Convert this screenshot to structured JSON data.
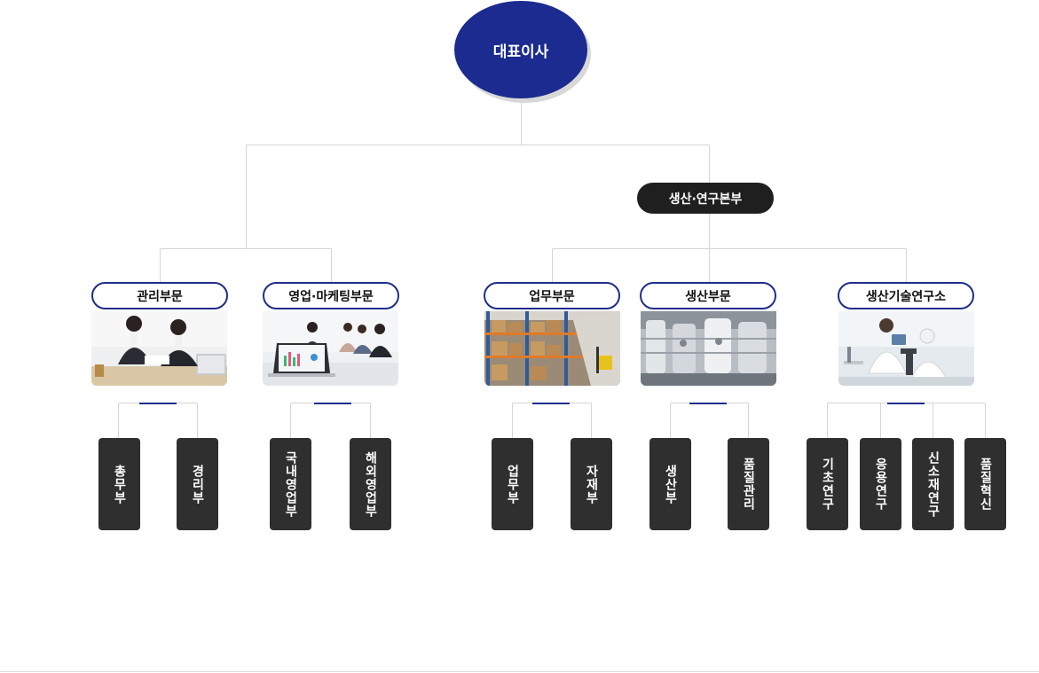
{
  "ceo": {
    "label": "대표이사"
  },
  "hq": {
    "label": "생산·연구본부"
  },
  "departments": [
    {
      "label": "관리부문",
      "photo_icon": "office-meeting-photo",
      "teams": [
        "총무부",
        "경리부"
      ]
    },
    {
      "label": "영업·마케팅부문",
      "photo_icon": "conference-laptop-photo",
      "teams": [
        "국내영업부",
        "해외영업부"
      ]
    },
    {
      "label": "업무부문",
      "photo_icon": "warehouse-photo",
      "teams": [
        "업무부",
        "자재부"
      ]
    },
    {
      "label": "생산부문",
      "photo_icon": "factory-tanks-photo",
      "teams": [
        "생산부",
        "품질관리"
      ]
    },
    {
      "label": "생산기술연구소",
      "photo_icon": "laboratory-photo",
      "teams": [
        "기초연구",
        "응용연구",
        "신소재연구",
        "품질혁신"
      ]
    }
  ],
  "colors": {
    "navy": "#1b2b8f",
    "dark": "#2f2f2f",
    "line": "#d6d6d6"
  }
}
